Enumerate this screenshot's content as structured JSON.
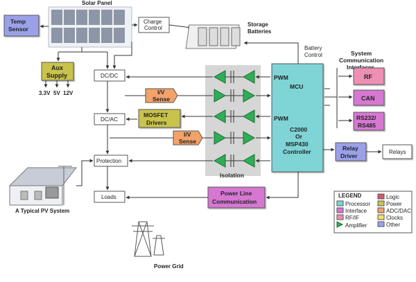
{
  "colors": {
    "processor": "#7fd4d6",
    "interface": "#d678d2",
    "rf_if": "#ef8fb4",
    "amplifier": "#2fae55",
    "logic": "#d85a6a",
    "power": "#c9c34b",
    "adc_dac": "#f3a26a",
    "clocks": "#f3df6a",
    "other": "#9aa1e8"
  },
  "labels": {
    "solar_panel": "Solar Panel",
    "temp_sensor": "Temp Sensor",
    "charge_control": "Charge Control",
    "storage_batteries": "Storage Batteries",
    "battery_control": "Battery Control",
    "aux_supply": "Aux Supply",
    "v33": "3.3V",
    "v5": "5V",
    "v12": "12V",
    "dcdc": "DC/DC",
    "dcac": "DC/AC",
    "protection": "Protection",
    "loads": "Loads",
    "iv_sense_1": "I/V Sense",
    "iv_sense_2": "I/V Sense",
    "mosfet_drivers": "MOSFET Drivers",
    "isolation": "Isolation",
    "pwm_1": "PWM",
    "pwm_2": "PWM",
    "mcu": "MCU",
    "controller": "C2000 Or MSP430 Controller",
    "sci_title": "System Communication Interfaces",
    "rf": "RF",
    "can": "CAN",
    "rs": "RS232/ RS485",
    "relay_driver": "Relay Driver",
    "relays": "Relays",
    "power_line": "Power Line Communication",
    "pv_system": "A Typical PV System",
    "power_grid": "Power Grid"
  },
  "legend": {
    "title": "LEGEND",
    "items": [
      "Processor",
      "Interface",
      "RF/IF",
      "Amplifier",
      "Logic",
      "Power",
      "ADC/DAC",
      "Clocks",
      "Other"
    ]
  }
}
